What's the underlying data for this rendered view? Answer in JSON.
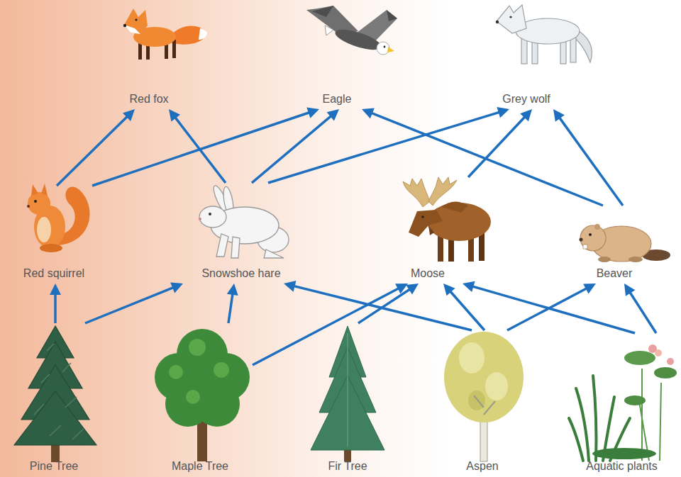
{
  "diagram": {
    "nodes": [
      {
        "text": [
          "Red fox"
        ]
      },
      {
        "text": [
          "Eagle"
        ]
      },
      {
        "text": [
          "Grey wolf"
        ]
      },
      {
        "text": [
          "Red squirrel"
        ]
      },
      {
        "text": [
          "Snowshoe hare"
        ]
      },
      {
        "text": [
          "Moose"
        ]
      },
      {
        "text": [
          "Beaver"
        ]
      },
      {
        "text": [
          "Pine Tree"
        ]
      },
      {
        "text": [
          "Maple Tree"
        ]
      },
      {
        "text": [
          "Fir Tree"
        ]
      },
      {
        "text": [
          "Aspen"
        ]
      },
      {
        "text": [
          "Aquatic plants"
        ]
      }
    ],
    "edges": [
      {
        "from": 7,
        "to": 3,
        "arrow": "to"
      },
      {
        "from": 7,
        "to": 4,
        "arrow": "to"
      },
      {
        "from": 8,
        "to": 4,
        "arrow": "to"
      },
      {
        "from": 8,
        "to": 5,
        "arrow": "to"
      },
      {
        "from": 9,
        "to": 5,
        "arrow": "to"
      },
      {
        "from": 10,
        "to": 4,
        "arrow": "to"
      },
      {
        "from": 10,
        "to": 5,
        "arrow": "to"
      },
      {
        "from": 10,
        "to": 6,
        "arrow": "to"
      },
      {
        "from": 11,
        "to": 5,
        "arrow": "to"
      },
      {
        "from": 11,
        "to": 6,
        "arrow": "to"
      },
      {
        "from": 3,
        "to": 0,
        "arrow": "to"
      },
      {
        "from": 3,
        "to": 1,
        "arrow": "to"
      },
      {
        "from": 4,
        "to": 0,
        "arrow": "to"
      },
      {
        "from": 4,
        "to": 1,
        "arrow": "to"
      },
      {
        "from": 4,
        "to": 2,
        "arrow": "to"
      },
      {
        "from": 5,
        "to": 2,
        "arrow": "to"
      },
      {
        "from": 6,
        "to": 1,
        "arrow": "to"
      },
      {
        "from": 6,
        "to": 2,
        "arrow": "to"
      }
    ]
  }
}
